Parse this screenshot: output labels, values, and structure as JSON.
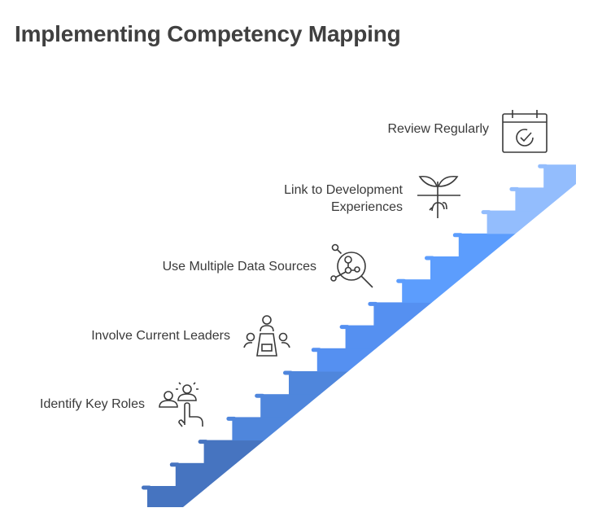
{
  "title": "Implementing Competency Mapping",
  "steps": [
    {
      "label": "Identify Key Roles",
      "icon": "person-select-icon",
      "color": "#4674c0"
    },
    {
      "label": "Involve Current Leaders",
      "icon": "meeting-table-icon",
      "color": "#4f86dc"
    },
    {
      "label": "Use Multiple Data Sources",
      "icon": "data-search-icon",
      "color": "#5590f1"
    },
    {
      "label": "Link to Development",
      "label2": "Experiences",
      "icon": "plant-roots-icon",
      "color": "#5c9dfd"
    },
    {
      "label": "Review Regularly",
      "icon": "calendar-check-icon",
      "color": "#93bdfd"
    }
  ]
}
